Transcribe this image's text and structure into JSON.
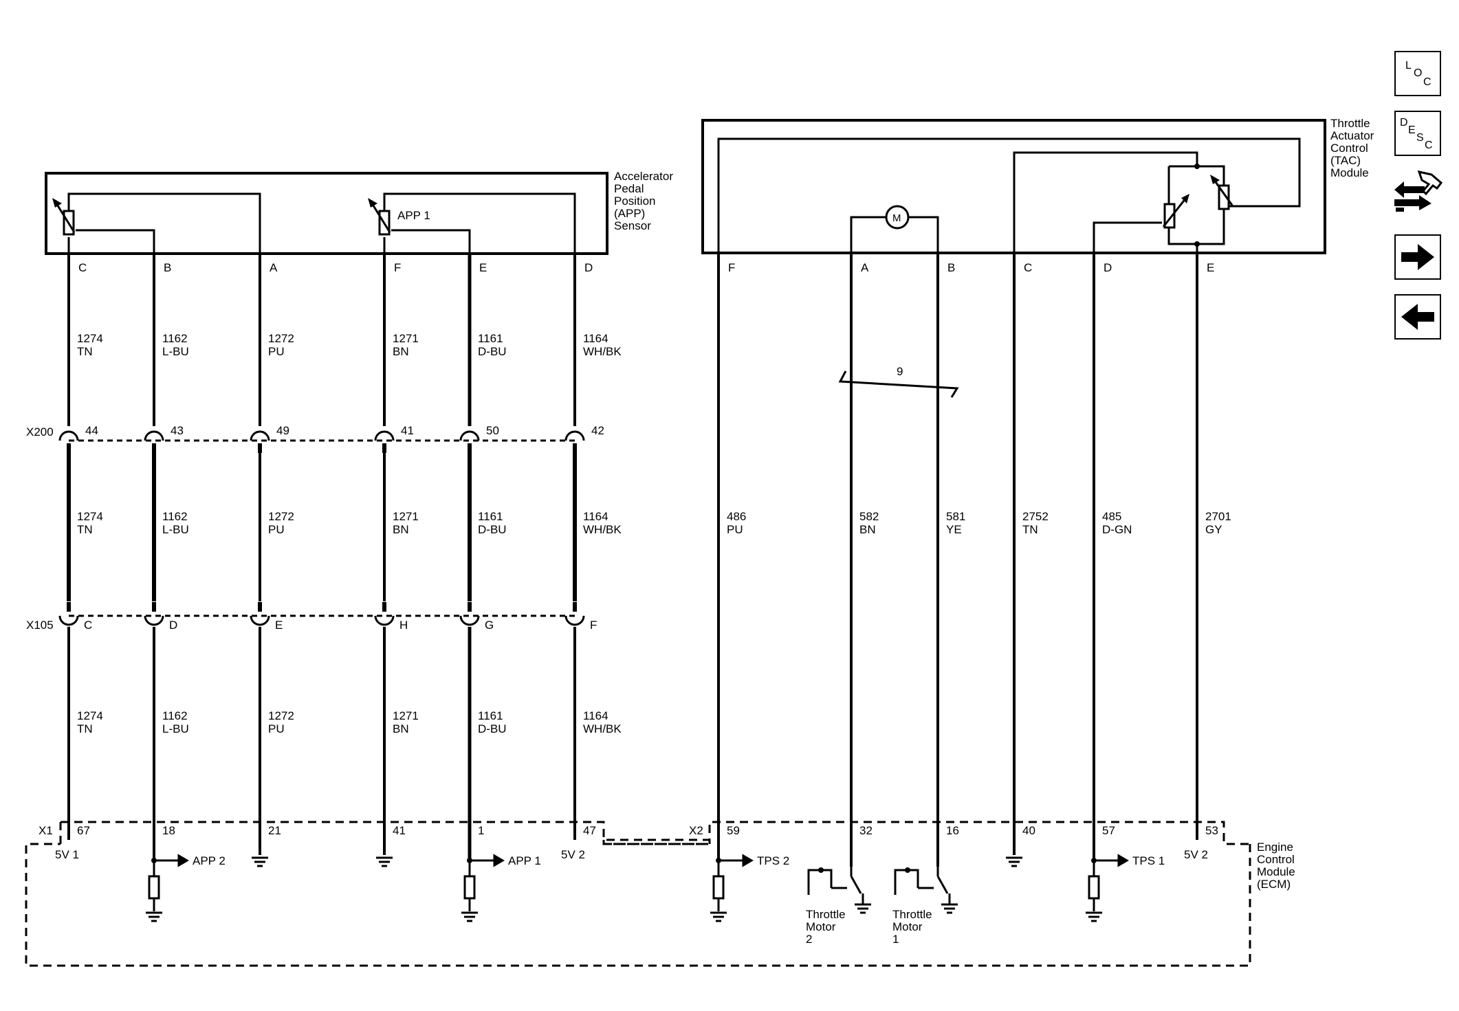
{
  "app_sensor": {
    "title": [
      "Accelerator",
      "Pedal",
      "Position",
      "(APP)",
      "Sensor"
    ],
    "app1_label": "APP 1",
    "pins": [
      "C",
      "B",
      "A",
      "F",
      "E",
      "D"
    ]
  },
  "tac_module": {
    "title": [
      "Throttle",
      "Actuator",
      "Control",
      "(TAC)",
      "Module"
    ],
    "motor_symbol": "M",
    "pins": [
      "F",
      "A",
      "B",
      "C",
      "D",
      "E"
    ]
  },
  "wires_app": [
    {
      "circuit": "1274",
      "color": "TN"
    },
    {
      "circuit": "1162",
      "color": "L-BU"
    },
    {
      "circuit": "1272",
      "color": "PU"
    },
    {
      "circuit": "1271",
      "color": "BN"
    },
    {
      "circuit": "1161",
      "color": "D-BU"
    },
    {
      "circuit": "1164",
      "color": "WH/BK"
    }
  ],
  "wires_tac": [
    {
      "circuit": "486",
      "color": "PU"
    },
    {
      "circuit": "582",
      "color": "BN"
    },
    {
      "circuit": "581",
      "color": "YE"
    },
    {
      "circuit": "2752",
      "color": "TN"
    },
    {
      "circuit": "485",
      "color": "D-GN"
    },
    {
      "circuit": "2701",
      "color": "GY"
    }
  ],
  "twist_label": "9",
  "connectors": {
    "x200": {
      "name": "X200",
      "pins": [
        "44",
        "43",
        "49",
        "41",
        "50",
        "42"
      ]
    },
    "x105": {
      "name": "X105",
      "pins": [
        "C",
        "D",
        "E",
        "H",
        "G",
        "F"
      ]
    },
    "x1": {
      "name": "X1",
      "pins": [
        "67",
        "18",
        "21",
        "41",
        "1",
        "47"
      ]
    },
    "x2": {
      "name": "X2",
      "pins": [
        "59",
        "32",
        "16",
        "40",
        "57",
        "53"
      ]
    }
  },
  "ecm": {
    "title": [
      "Engine",
      "Control",
      "Module",
      "(ECM)"
    ],
    "labels": {
      "ref_5v1": "5V 1",
      "ref_5v2_app": "5V 2",
      "ref_5v2_tac": "5V 2",
      "app2": "APP 2",
      "app1": "APP 1",
      "tps2": "TPS 2",
      "tps1": "TPS 1",
      "throttle_motor_2": [
        "Throttle",
        "Motor",
        "2"
      ],
      "throttle_motor_1": [
        "Throttle",
        "Motor",
        "1"
      ]
    }
  },
  "nav": {
    "loc_letters": [
      "L",
      "O",
      "C"
    ],
    "desc_letters": [
      "D",
      "E",
      "S",
      "C"
    ],
    "icons": [
      "location-icon",
      "description-icon",
      "connector-swap-icon",
      "next-arrow-icon",
      "previous-arrow-icon"
    ]
  }
}
